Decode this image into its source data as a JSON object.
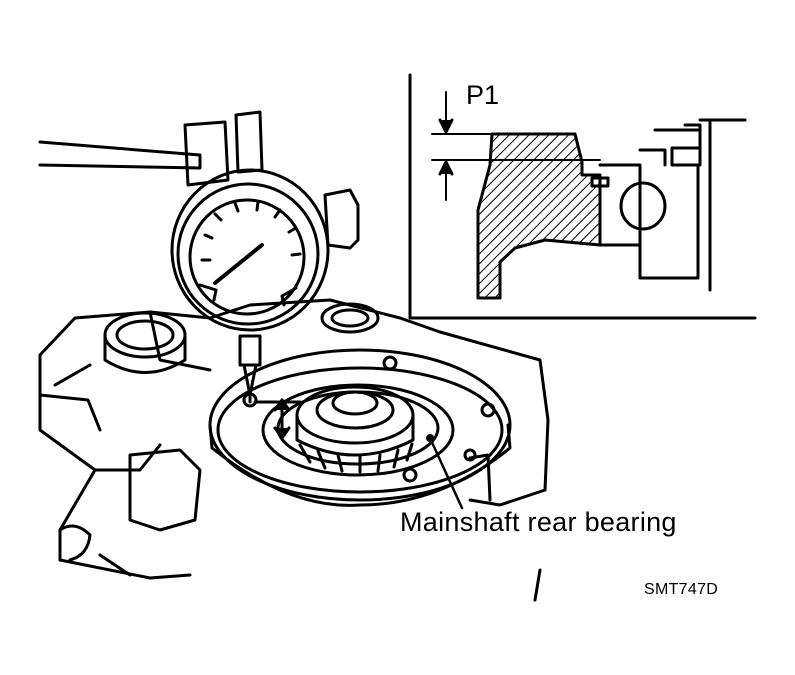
{
  "labels": {
    "callout": "Mainshaft rear bearing",
    "dimension": "P1",
    "figure_code": "SMT747D"
  },
  "colors": {
    "ink": "#000000",
    "paper": "#ffffff"
  }
}
